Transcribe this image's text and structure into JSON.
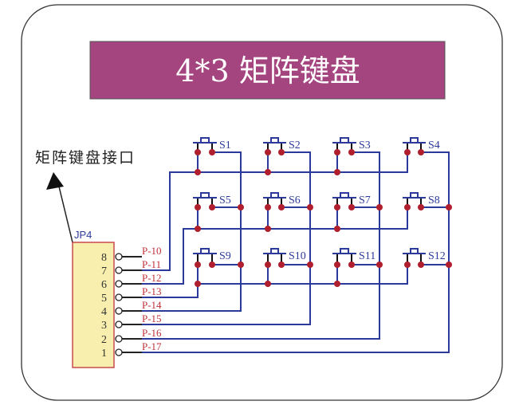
{
  "title": "4*3 矩阵键盘",
  "colors": {
    "title_band": "#a4457f",
    "wire": "#2b3a9a",
    "node": "#b01f2e",
    "connector_fill": "#f8eeae",
    "connector_border": "#c0303a",
    "net_label": "#c0303a"
  },
  "interface_label": "矩阵键盘接口",
  "connector": {
    "ref": "JP4",
    "pins": [
      {
        "number": "8",
        "net": "P-10"
      },
      {
        "number": "7",
        "net": "P-11"
      },
      {
        "number": "6",
        "net": "P-12"
      },
      {
        "number": "5",
        "net": "P-13"
      },
      {
        "number": "4",
        "net": "P-14"
      },
      {
        "number": "3",
        "net": "P-15"
      },
      {
        "number": "2",
        "net": "P-16"
      },
      {
        "number": "1",
        "net": "P-17"
      }
    ]
  },
  "switches": [
    {
      "label": "S1",
      "row": 1,
      "col": 1
    },
    {
      "label": "S2",
      "row": 1,
      "col": 2
    },
    {
      "label": "S3",
      "row": 1,
      "col": 3
    },
    {
      "label": "S4",
      "row": 1,
      "col": 4
    },
    {
      "label": "S5",
      "row": 2,
      "col": 1
    },
    {
      "label": "S6",
      "row": 2,
      "col": 2
    },
    {
      "label": "S7",
      "row": 2,
      "col": 3
    },
    {
      "label": "S8",
      "row": 2,
      "col": 4
    },
    {
      "label": "S9",
      "row": 3,
      "col": 1
    },
    {
      "label": "S10",
      "row": 3,
      "col": 2
    },
    {
      "label": "S11",
      "row": 3,
      "col": 3
    },
    {
      "label": "S12",
      "row": 3,
      "col": 4
    }
  ],
  "connections": {
    "rows": [
      {
        "row": 1,
        "net": "P-11"
      },
      {
        "row": 2,
        "net": "P-12"
      },
      {
        "row": 3,
        "net": "P-13"
      }
    ],
    "cols": [
      {
        "col": 1,
        "net": "P-14"
      },
      {
        "col": 2,
        "net": "P-15"
      },
      {
        "col": 3,
        "net": "P-16"
      },
      {
        "col": 4,
        "net": "P-17"
      }
    ],
    "unconnected": [
      "P-10"
    ]
  }
}
